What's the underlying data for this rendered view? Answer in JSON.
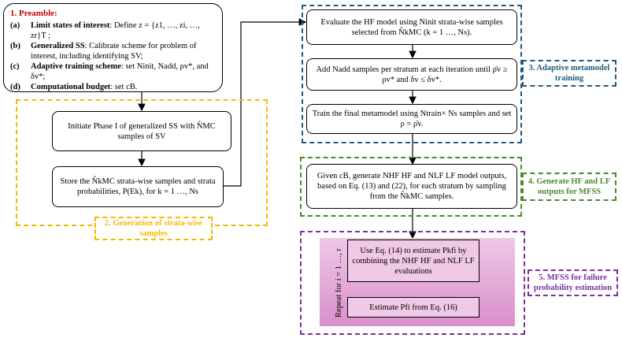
{
  "colors": {
    "orange": "#f5b800",
    "blue": "#1f5c7a",
    "green": "#4a8a2c",
    "purple": "#7b2fa0",
    "red": "#c00000",
    "pink": "#e2a8d6"
  },
  "preamble": {
    "title": "1. Preamble:",
    "items": [
      {
        "key": "(a)",
        "bold": "Limit states of interest",
        "text": ": Define z = {z1, …, zi, …, zr}T ;"
      },
      {
        "key": "(b)",
        "bold": "Generalized SS",
        "text": ": Calibrate scheme for problem of interest, including identifying SV;"
      },
      {
        "key": "(c)",
        "bold": "Adaptive training scheme",
        "text": ": set Ninit, Nadd, ρv*, and δv*;"
      },
      {
        "key": "(d)",
        "bold": "Computational budget",
        "text": ": set cB."
      }
    ]
  },
  "section2": {
    "label": "2. Generation of strata-wise samples",
    "box1": "Initiate Phase I of generalized SS with N̂MC samples of SV",
    "box2": "Store the N̂kMC strata-wise samples and strata probabilities, P(Ek), for k = 1 …, Ns"
  },
  "section3": {
    "label": "3. Adaptive metamodel training",
    "box1": "Evaluate the HF model using Ninit strata-wise samples selected from N̂kMC (k = 1 …, Ns).",
    "box2": "Add Nadd samples per stratum at each iteration until ρ̄v ≥ ρv* and δv ≤ δv*.",
    "box3": "Train the final metamodel using Ntrain× Ns samples and set ρ = ρ̄v."
  },
  "section4": {
    "label": "4. Generate HF and LF outputs for MFSS",
    "box": "Given cB, generate NHF HF and NLF LF model outputs, based on Eq. (13) and (22), for each stratum by sampling from the N̂kMC samples."
  },
  "section5": {
    "label": "5. MFSS for failure probability estimation",
    "repeat": "Repeat for i = 1 …, r",
    "box1": "Use Eq. (14) to estimate Pkfi by combining the NHF HF and NLF LF evaluations",
    "box2": "Estimate Pfi from Eq. (16)"
  }
}
